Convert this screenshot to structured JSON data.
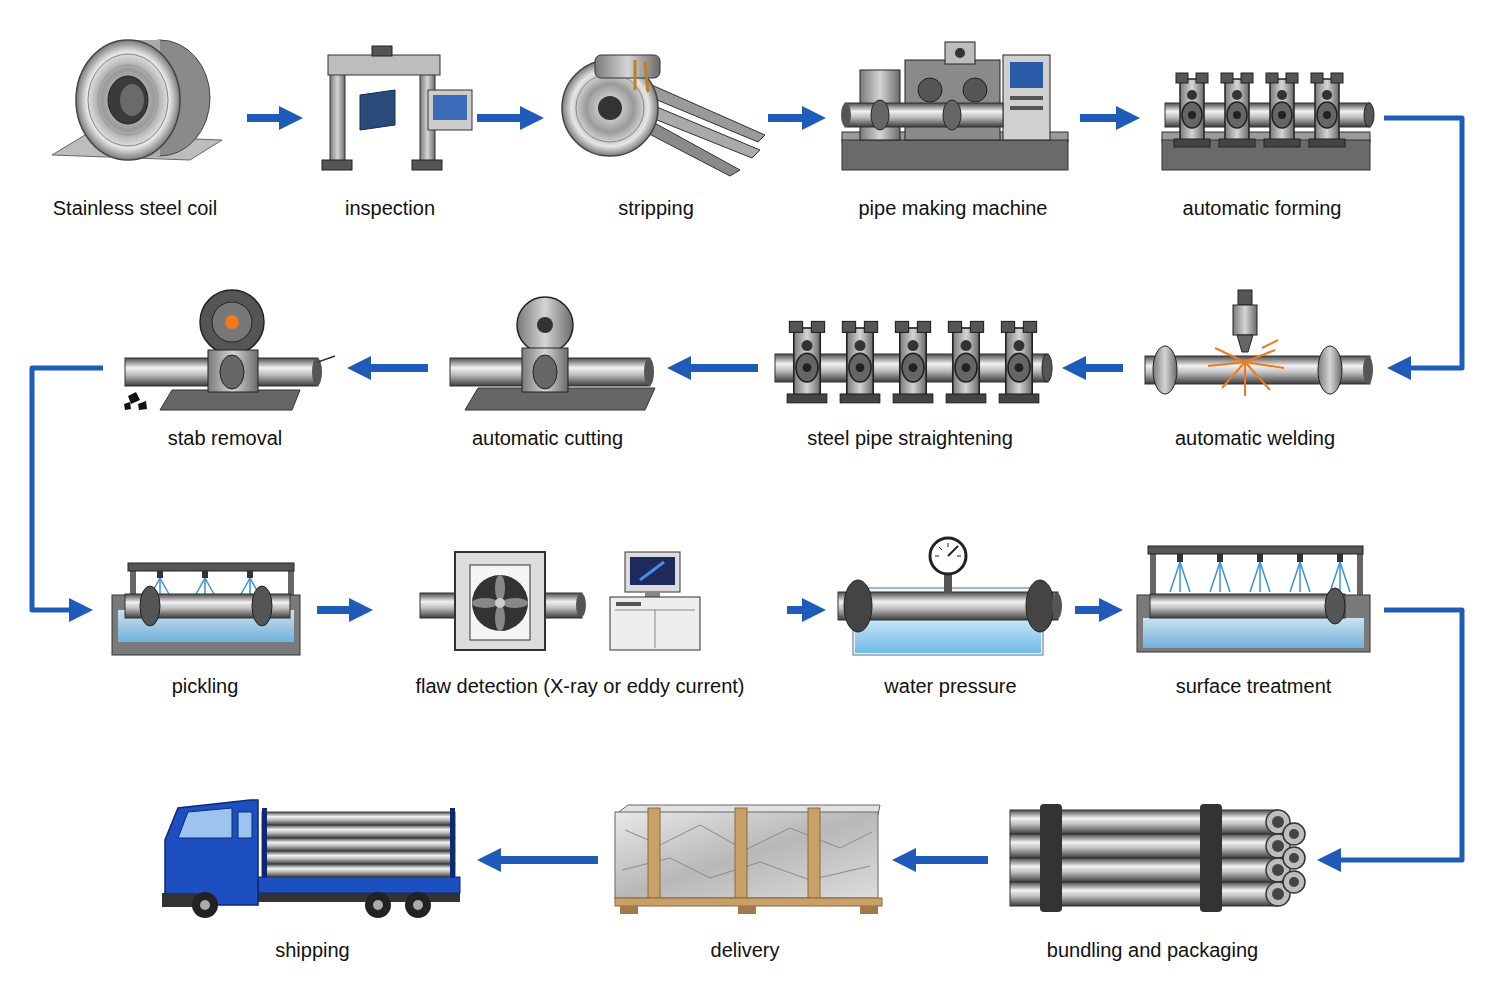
{
  "diagram": {
    "nodes": [
      {
        "text": [
          "Stainless steel coil"
        ]
      },
      {
        "text": [
          "inspection"
        ]
      },
      {
        "text": [
          "stripping"
        ]
      },
      {
        "text": [
          "pipe making machine"
        ]
      },
      {
        "text": [
          "automatic forming"
        ]
      },
      {
        "text": [
          "automatic welding"
        ]
      },
      {
        "text": [
          "steel pipe straightening"
        ]
      },
      {
        "text": [
          "automatic cutting"
        ]
      },
      {
        "text": [
          "stab removal"
        ]
      },
      {
        "text": [
          "pickling"
        ]
      },
      {
        "text": [
          "flaw detection (X-ray or eddy current)"
        ]
      },
      {
        "text": [
          "water pressure"
        ]
      },
      {
        "text": [
          "surface treatment"
        ]
      },
      {
        "text": [
          "bundling and packaging"
        ]
      },
      {
        "text": [
          "delivery"
        ]
      },
      {
        "text": [
          "shipping"
        ]
      }
    ],
    "edges": [
      {
        "from": 0,
        "to": 1,
        "arrow": "to"
      },
      {
        "from": 1,
        "to": 2,
        "arrow": "to"
      },
      {
        "from": 2,
        "to": 3,
        "arrow": "to"
      },
      {
        "from": 3,
        "to": 4,
        "arrow": "to"
      },
      {
        "from": 4,
        "to": 5,
        "arrow": "to"
      },
      {
        "from": 5,
        "to": 6,
        "arrow": "to"
      },
      {
        "from": 6,
        "to": 7,
        "arrow": "to"
      },
      {
        "from": 7,
        "to": 8,
        "arrow": "to"
      },
      {
        "from": 8,
        "to": 9,
        "arrow": "to"
      },
      {
        "from": 9,
        "to": 10,
        "arrow": "to"
      },
      {
        "from": 10,
        "to": 11,
        "arrow": "to"
      },
      {
        "from": 11,
        "to": 12,
        "arrow": "to"
      },
      {
        "from": 12,
        "to": 13,
        "arrow": "to"
      },
      {
        "from": 13,
        "to": 14,
        "arrow": "to"
      },
      {
        "from": 14,
        "to": 15,
        "arrow": "to"
      }
    ]
  }
}
